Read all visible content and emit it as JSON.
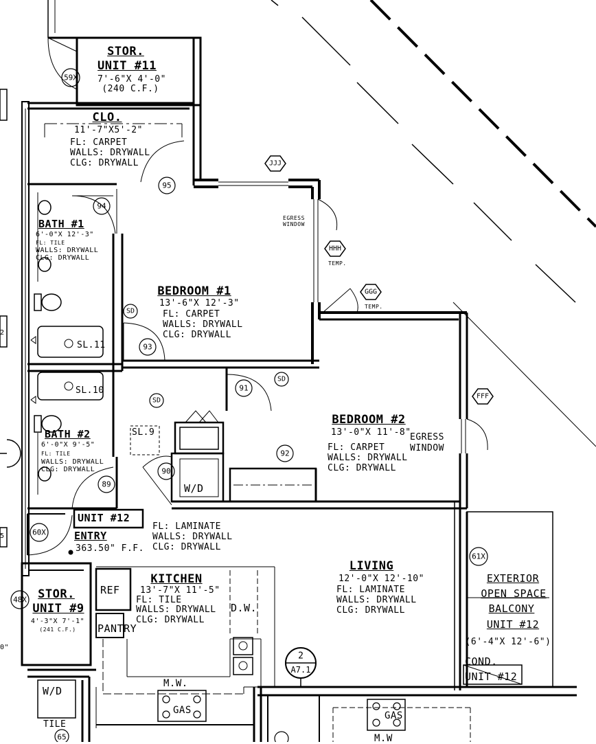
{
  "rooms": {
    "stor11": {
      "title": "STOR.",
      "unit": "UNIT #11",
      "dims": "7'-6\"X 4'-0\"",
      "vol": "(240 C.F.)"
    },
    "clo": {
      "title": "CLO.",
      "dims": "11'-7\"X5'-2\"",
      "fl": "FL: CARPET",
      "walls": "WALLS: DRYWALL",
      "clg": "CLG: DRYWALL"
    },
    "bath1": {
      "title": "BATH #1",
      "dims": "6'-0\"X 12'-3\"",
      "fl": "FL: TILE",
      "walls": "WALLS: DRYWALL",
      "clg": "CLG: DRYWALL"
    },
    "bed1": {
      "title": "BEDROOM #1",
      "dims": "13'-6\"X 12'-3\"",
      "fl": "FL: CARPET",
      "walls": "WALLS: DRYWALL",
      "clg": "CLG: DRYWALL"
    },
    "bath2": {
      "title": "BATH #2",
      "dims": "6'-0\"X 9'-5\"",
      "fl": "FL: TILE",
      "walls": "WALLS: DRYWALL",
      "clg": "CLG: DRYWALL"
    },
    "bed2": {
      "title": "BEDROOM #2",
      "dims": "13'-0\"X 11'-8\"",
      "fl": "FL: CARPET",
      "walls": "WALLS: DRYWALL",
      "clg": "CLG: DRYWALL"
    },
    "entry": {
      "unit": "UNIT #12",
      "title": "ENTRY",
      "elev": "363.50\" F.F.",
      "fl": "FL: LAMINATE",
      "walls": "WALLS: DRYWALL",
      "clg": "CLG: DRYWALL"
    },
    "living": {
      "title": "LIVING",
      "dims": "12'-0\"X 12'-10\"",
      "fl": "FL: LAMINATE",
      "walls": "WALLS: DRYWALL",
      "clg": "CLG: DRYWALL"
    },
    "kitchen": {
      "title": "KITCHEN",
      "dims": "13'-7\"X 11'-5\"",
      "fl": "FL: TILE",
      "walls": "WALLS: DRYWALL",
      "clg": "CLG: DRYWALL"
    },
    "stor9": {
      "title": "STOR.",
      "unit": "UNIT #9",
      "dims": "4'-3\"X 7'-1\"",
      "vol": "(241 C.F.)"
    },
    "balcony": {
      "l1": "EXTERIOR",
      "l2": "OPEN SPACE",
      "l3": "BALCONY",
      "unit": "UNIT #12",
      "dims": "(6'-4\"X 12'-6\")"
    },
    "cond": {
      "title": "COND.",
      "unit": "UNIT #12"
    }
  },
  "fixtures": {
    "ref": "REF",
    "pantry": "PANTRY",
    "dw": "D.W.",
    "mw": "M.W.",
    "gas": "GAS",
    "gas2": "GAS",
    "mw2": "M.W",
    "wd1": "W/D",
    "wd2": "W/D",
    "tile": "TILE",
    "sl9": "SL.9",
    "sl10": "SL.10",
    "sl11": "SL.11",
    "egress1": "EGRESS",
    "window1": "WINDOW",
    "egress2": "EGRESS",
    "window2": "WINDOW",
    "temp1": "TEMP.",
    "temp2": "TEMP."
  },
  "tags": {
    "t59": "59X",
    "t95": "95",
    "t94": "94",
    "t93": "93",
    "t91": "91",
    "t92": "92",
    "t90": "90",
    "t89": "89",
    "t60": "60X",
    "t48": "48X",
    "t61": "61X",
    "t65": "65",
    "sd1": "SD",
    "sd2": "SD",
    "sd3": "SD"
  },
  "hex": {
    "jjj": "JJJ",
    "hhh": "HHH",
    "ggg": "GGG",
    "fff": "FFF"
  },
  "section": {
    "num": "2",
    "sheet": "A7.1"
  },
  "edge": {
    "e1": "2",
    "e2": "5",
    "e3": "0\""
  }
}
